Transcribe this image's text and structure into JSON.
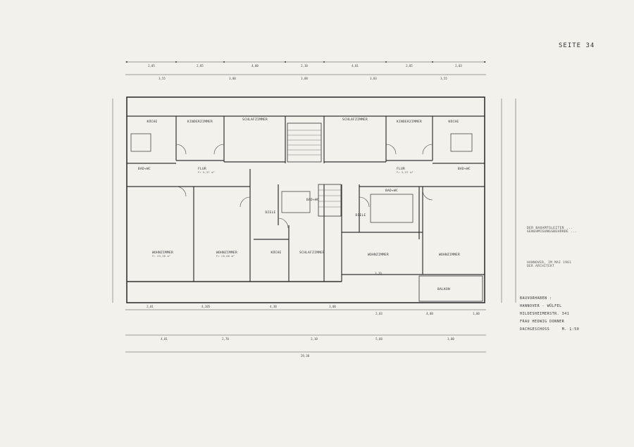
{
  "page_number": "SEITE 34",
  "stamp": [
    "DER BAUAMTSLEITER ...",
    "GENEHMIGUNGSBEHÖRDE ..."
  ],
  "place_date": [
    "HANNOVER, IM MAI 1961",
    "DER ARCHITEKT"
  ],
  "title_block": {
    "line1": "BAUVORHABEN :",
    "line2": "HANNOVER - WÜLFEL",
    "line3": "HILDESHEIMERSTR. 341",
    "line4": "FRAU HEDWIG DONNER",
    "line5": "DACHGESCHOSS",
    "scale": "M. 1:50"
  },
  "rooms": {
    "kueche_l": "KÜCHE",
    "kinder_l": "KINDERZIMMER",
    "schlaf_l": "SCHLAFZIMMER",
    "schlaf_r": "SCHLAFZIMMER",
    "kinder_r": "KINDERZIMMER",
    "kueche_r": "KÜCHE",
    "bad_l": "BAD+WC",
    "flur_l": "FLUR",
    "flur_r": "FLUR",
    "bad_r": "BAD+WC",
    "bad_c": "BAD+WC",
    "bad_c2": "BAD+WC",
    "diele_c": "DIELE",
    "diele_r": "DIELE",
    "wohn_1": "WOHNZIMMER",
    "wohn_2": "WOHNZIMMER",
    "kueche_c": "KÜCHE",
    "schlaf_c": "SCHLAFZIMMER",
    "wohn_3": "WOHNZIMMER",
    "wohn_4": "WOHNZIMMER",
    "balkon": "BALKON"
  },
  "room_areas": {
    "wohn_1": "F= 23,30 m²",
    "wohn_2": "F= 20,00 m²",
    "flur_l": "F= 5,57 m²",
    "flur_r": "F= 5,57 m²"
  },
  "dims_top": [
    "2,05",
    "2,85",
    "4,00",
    "2,10",
    "4,01",
    "2,85",
    "2,03"
  ],
  "dims_top2": [
    "3,55",
    "3,00",
    "3,08",
    "3,03",
    "3,55"
  ],
  "dims_bottom": [
    "2,01",
    "4,105",
    "4,30",
    "3,00",
    "2,03",
    "4,00",
    "1,00"
  ],
  "dims_bottom2": [
    "4,01",
    "2,70",
    "2,10",
    "5,60",
    "3,00"
  ],
  "dim_total": "29,30",
  "dim_inner": "3,20"
}
